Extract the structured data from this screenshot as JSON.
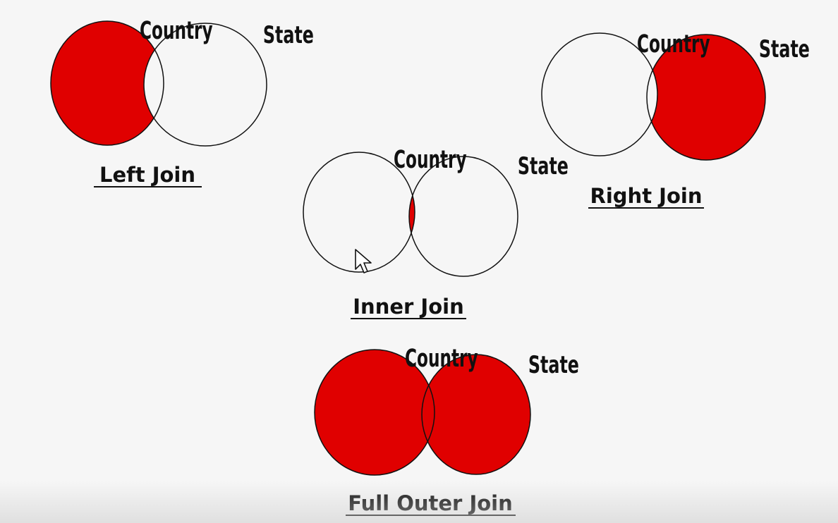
{
  "diagrams": [
    {
      "id": "left-join",
      "caption": "Left Join",
      "left_label": "Country",
      "right_label": "State",
      "highlight": "left-only"
    },
    {
      "id": "right-join",
      "caption": "Right Join",
      "left_label": "Country",
      "right_label": "State",
      "highlight": "right-only"
    },
    {
      "id": "inner-join",
      "caption": "Inner Join",
      "left_label": "Country",
      "right_label": "State",
      "highlight": "intersection"
    },
    {
      "id": "full-outer-join",
      "caption": "Full Outer Join",
      "left_label": "Country",
      "right_label": "State",
      "highlight": "all"
    }
  ],
  "colors": {
    "highlight": "#e00000",
    "outline": "#111111",
    "background": "#f6f6f6"
  },
  "cursor_icon": "mouse-pointer-icon"
}
